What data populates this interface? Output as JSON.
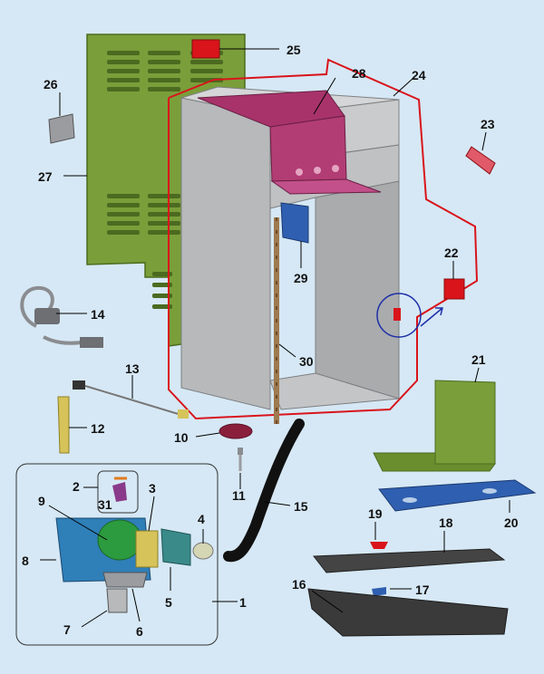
{
  "colors": {
    "background": "#d6e8f5",
    "green_panel": "#7a9e3a",
    "magenta_bracket": "#a8336b",
    "frame_gray": "#b7b9bb",
    "red_outline": "#d9141b",
    "blue_tray": "#2f5fb0",
    "dark_plastic": "#3a3a3a"
  },
  "callouts": {
    "n1": "1",
    "n2": "2",
    "n3": "3",
    "n4": "4",
    "n5": "5",
    "n6": "6",
    "n7": "7",
    "n8": "8",
    "n9": "9",
    "n10": "10",
    "n11": "11",
    "n12": "12",
    "n13": "13",
    "n14": "14",
    "n15": "15",
    "n16": "16",
    "n17": "17",
    "n18": "18",
    "n19": "19",
    "n20": "20",
    "n21": "21",
    "n22": "22",
    "n23": "23",
    "n24": "24",
    "n25": "25",
    "n26": "26",
    "n27": "27",
    "n28": "28",
    "n29": "29",
    "n30": "30",
    "n31": "31"
  },
  "parts": {
    "side_panel": "green-louvered-side-panel",
    "frame": "gray-cabinet-frame",
    "bracket": "magenta-top-bracket",
    "hose": "black-drain-hose",
    "pump_assembly": "pump-assembly-group",
    "tray": "dark-drip-tray"
  }
}
